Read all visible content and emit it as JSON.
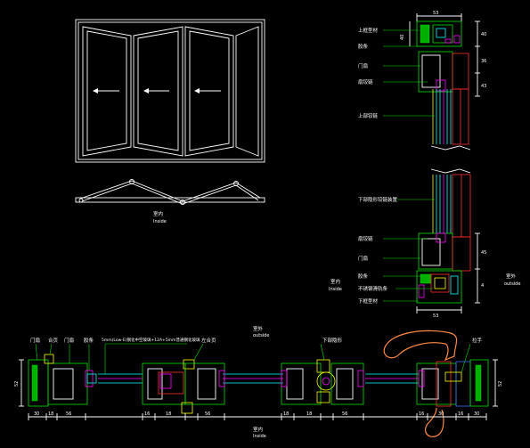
{
  "elevation": {
    "inside_label": "室内",
    "inside_sub": "Inside"
  },
  "vertical_section": {
    "dims_top": [
      "53"
    ],
    "dims_right": [
      "40",
      "36",
      "43"
    ],
    "dims_bottom": [
      "53"
    ],
    "dims_right_bottom": [
      "45",
      "4"
    ],
    "callouts_upper": [
      "上框型材",
      "胶条",
      "门扇",
      "扇铰链",
      "上部铰链"
    ],
    "callouts_lower": [
      "下部隐形铰链装置",
      "扇铰链",
      "门扇",
      "胶条",
      "不锈钢滑轨条",
      "下框型材"
    ],
    "inside_label": "室内",
    "inside_sub": "Inside",
    "outside_label": "室外",
    "outside_sub": "outside"
  },
  "horizontal_section": {
    "callouts": [
      "门扇",
      "合页",
      "门扇",
      "胶条",
      "5mm(Low-E)钢化中空玻璃+12A+5mm普通钢化玻璃",
      "左合页",
      "下部隐形",
      "拉手"
    ],
    "outside_label": "室外",
    "outside_sub": "outside",
    "inside_label": "室内",
    "inside_sub": "Inside",
    "dims_bottom": [
      "30",
      "18",
      "56",
      "16",
      "18",
      "56",
      "18",
      "18",
      "56",
      "16",
      "30",
      "16",
      "30"
    ],
    "dim_left": "52",
    "dim_right": "52"
  },
  "colors": {
    "background": "#000000",
    "line": "#ffffff",
    "frame": "#00e000",
    "glass": "#00ffff",
    "gasket": "#ff00ff",
    "handle": "#ff8a40",
    "hinge": "#ffff00"
  }
}
